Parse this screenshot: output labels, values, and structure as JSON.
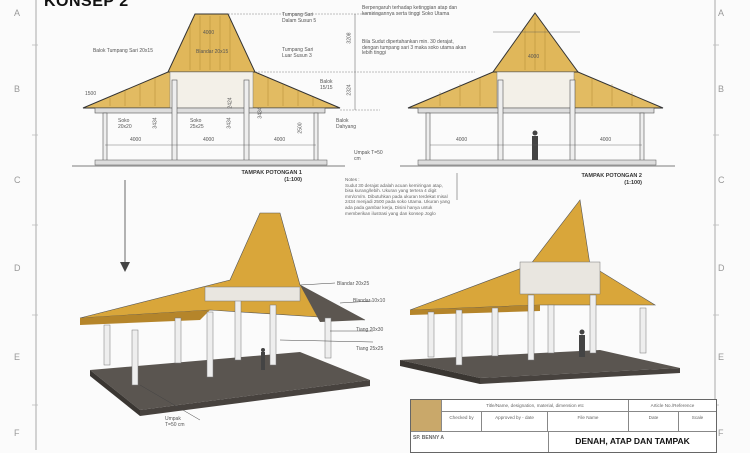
{
  "title": "KONSEP 2",
  "grid_letters_left": [
    "A",
    "B",
    "C",
    "D",
    "E",
    "F"
  ],
  "grid_letters_right": [
    "A",
    "B",
    "C",
    "D",
    "E",
    "F"
  ],
  "section1": {
    "title": "TAMPAK POTONGAN 1",
    "scale": "(1:100)",
    "labels": {
      "tumpang_dalam": "Tumpang Sari Dalam Susun 5",
      "balok_tumpang": "Balok Tumpang Sari 20x15",
      "blandar": "Blandar 20x15",
      "tumpang_luar": "Tumpang Sari Luar Susun 3",
      "balok": "Balok 15/15",
      "balok_dahyang": "Balok Dahyang",
      "soko1": "Soko 20x20",
      "soko2": "Soko 25x25",
      "umpak": "Umpak T=50 cm"
    },
    "dims": {
      "top": "4000",
      "left": "4000",
      "mid": "4000",
      "right": "4000",
      "overhang": "1500",
      "h_top": "3208",
      "h_mid": "2324",
      "v1": "3434",
      "v2": "3434",
      "v3": "3434",
      "v4": "2500",
      "v5": "2424"
    }
  },
  "section2": {
    "title": "TAMPAK POTONGAN 2",
    "scale": "(1:100)",
    "dims": {
      "top": "4000",
      "left": "4000",
      "right": "4000"
    }
  },
  "annotation_right": {
    "p1": "Berpengaruh terhadap ketinggian atap dan kemiringannya serta tinggi Soko Utama",
    "p2": "Bila Sudut dipertahankan min. 30 derajat, dengan tumpang sari 3 maka soko utama akan lebih tinggi"
  },
  "notes": {
    "heading": "Notes :",
    "body": "Sudut 30 derajat adalah acuan kemiringan atap, bisa kurang/lebih. Ukuran yang tertera 4 digit mm/cm/m. Dibutuhkan pada ukuran terdekat misal 2434 menjadi 2500 pada soko Utama. Ukuran yang ada pada gambar kerja, Disini hanya untuk memberikan ilustrasi yang dan konsep Joglo"
  },
  "perspective_labels": {
    "blandar1": "Blandar 20x25",
    "blandar2": "Blandar 10x10",
    "sunduk": "Tiang 20x30",
    "tiang": "Tiang 25x25",
    "umpak": "Umpak T=50 cm"
  },
  "title_block": {
    "header": "Title/Name, designation, material, dimension etc",
    "article": "Article No./Reference",
    "checked": "Checked by",
    "approved": "Approved by - date",
    "file_name": "File Name",
    "date": "Date",
    "scale": "Scale",
    "author": "SP. BENNY A",
    "drawing_title": "DENAH, ATAP DAN TAMPAK"
  },
  "colors": {
    "roof": "#d9a63a",
    "roof_dark": "#b9862a",
    "floor": "#5a5550",
    "line": "#333333"
  }
}
